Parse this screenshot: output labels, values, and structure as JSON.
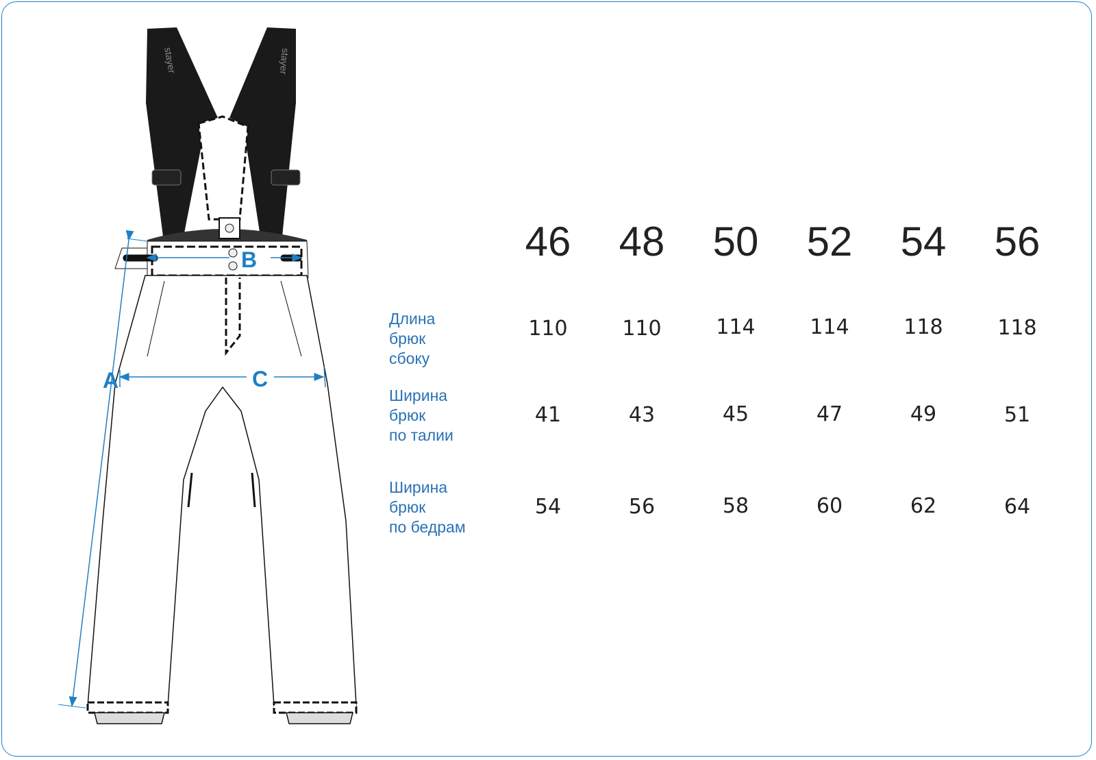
{
  "sizes": [
    "46",
    "48",
    "50",
    "52",
    "54",
    "56"
  ],
  "measure_letters": {
    "a": "A",
    "b": "B",
    "c": "C"
  },
  "rows": [
    {
      "label_lines": [
        "Длина",
        "брюк",
        "сбоку"
      ],
      "values": [
        "110",
        "110",
        "114",
        "114",
        "118",
        "118"
      ]
    },
    {
      "label_lines": [
        "Ширина",
        "брюк",
        "по талии"
      ],
      "values": [
        "41",
        "43",
        "45",
        "47",
        "49",
        "51"
      ]
    },
    {
      "label_lines": [
        "Ширина",
        "брюк",
        "по бедрам"
      ],
      "values": [
        "54",
        "56",
        "58",
        "60",
        "62",
        "64"
      ]
    }
  ],
  "strap_text": "stayer",
  "colors": {
    "accent": "#1f7fc4",
    "label": "#2a72b5",
    "text": "#222222",
    "strap": "#1a1a1a"
  }
}
